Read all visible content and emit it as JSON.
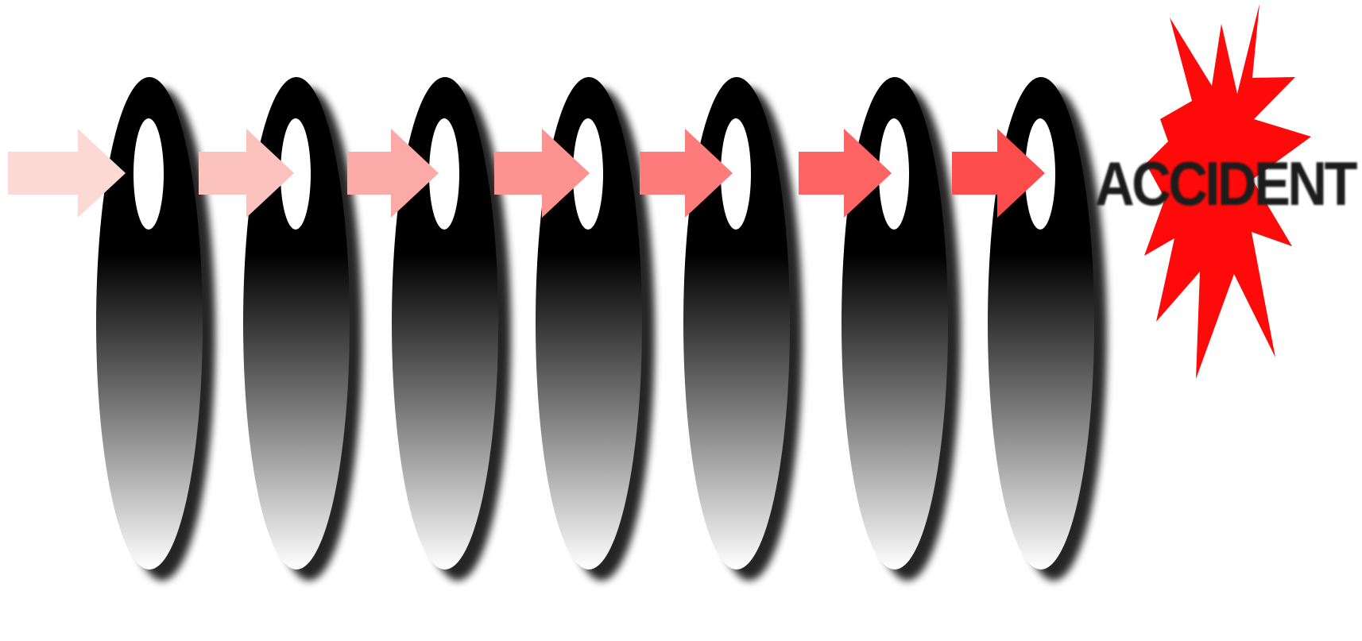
{
  "diagram": {
    "layer_count": 7,
    "arrow_count": 7,
    "accident_label": "ACCIDENT",
    "colors": {
      "background": "#ffffff",
      "layer_top": "#000000",
      "layer_bottom": "#ffffff",
      "hole": "#ffffff",
      "arrow_palest": "#fcd9d5",
      "arrow_strongest": "#fd4c4c",
      "starburst": "#ff0a0a",
      "label": "#1b1b1b"
    }
  }
}
